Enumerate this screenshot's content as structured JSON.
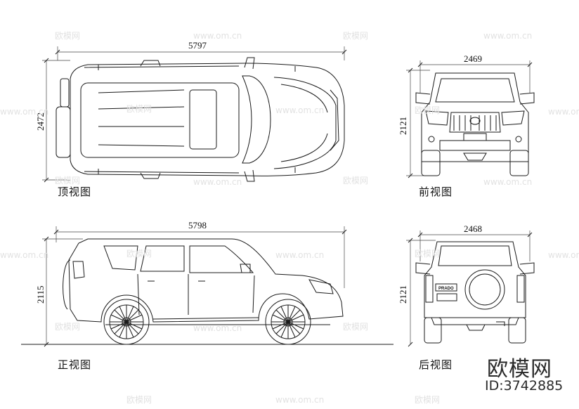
{
  "views": {
    "top": {
      "label": "顶视图",
      "length": "5797",
      "width": "2472"
    },
    "front": {
      "label": "前视图",
      "width": "2469",
      "height": "2121"
    },
    "side": {
      "label": "正视图",
      "length": "5798",
      "height": "2115"
    },
    "rear": {
      "label": "后视图",
      "width": "2468",
      "height": "2121",
      "badge": "PRADO"
    }
  },
  "brand": {
    "name": "欧模网",
    "id": "ID:3742885"
  },
  "watermarks": {
    "logo": "欧模网",
    "url": "www.om.cn"
  },
  "colors": {
    "line": "#1a1a1a",
    "watermark": "#e2e2e2"
  }
}
